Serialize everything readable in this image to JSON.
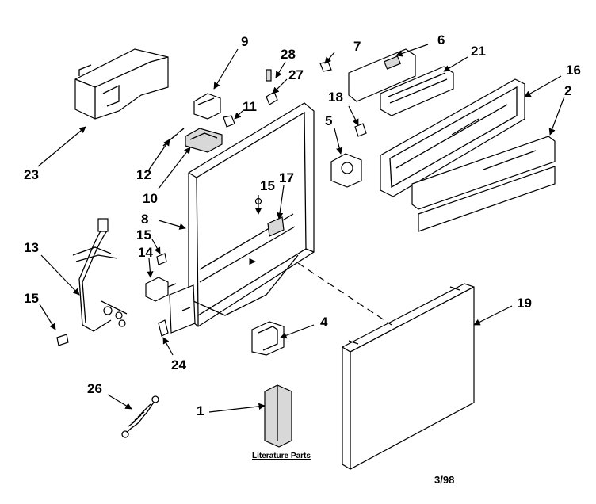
{
  "callouts": {
    "c1": "1",
    "c2": "2",
    "c4": "4",
    "c5": "5",
    "c6": "6",
    "c7": "7",
    "c8": "8",
    "c9": "9",
    "c10": "10",
    "c11": "11",
    "c12": "12",
    "c13": "13",
    "c14": "14",
    "c15a": "15",
    "c15b": "15",
    "c15c": "15",
    "c16": "16",
    "c17": "17",
    "c18": "18",
    "c19": "19",
    "c21": "21",
    "c23": "23",
    "c24": "24",
    "c26": "26",
    "c27": "27",
    "c28": "28"
  },
  "literature_label": "Literature Parts",
  "date_code": "3/98"
}
